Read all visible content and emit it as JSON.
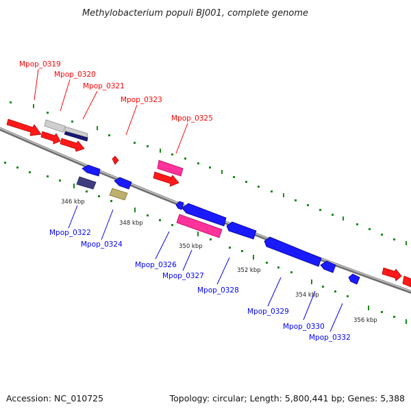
{
  "title": "Methylobacterium populi BJ001, complete genome",
  "footer": {
    "accession": "Accession: NC_010725",
    "summary": "Topology: circular; Length: 5,800,441 bp; Genes: 5,388"
  },
  "colors": {
    "forward": "#ff0000",
    "reverse": "#0000ff",
    "pink": "#ff3399",
    "grey": "#c8c8c8",
    "navy": "#1a1a7a",
    "slate": "#3d3d80",
    "olive": "#bdb06a",
    "tick": "#1a8a1a",
    "backbone": "#8c8c8c"
  },
  "scale_labels": [
    "346 kbp",
    "348 kbp",
    "350 kbp",
    "352 kbp",
    "354 kbp",
    "356 kbp"
  ],
  "forward_labels": [
    "Mpop_0319",
    "Mpop_0320",
    "Mpop_0321",
    "Mpop_0323",
    "Mpop_0325"
  ],
  "reverse_labels": [
    "Mpop_0322",
    "Mpop_0324",
    "Mpop_0326",
    "Mpop_0327",
    "Mpop_0328",
    "Mpop_0329",
    "Mpop_0330",
    "Mpop_0332"
  ]
}
